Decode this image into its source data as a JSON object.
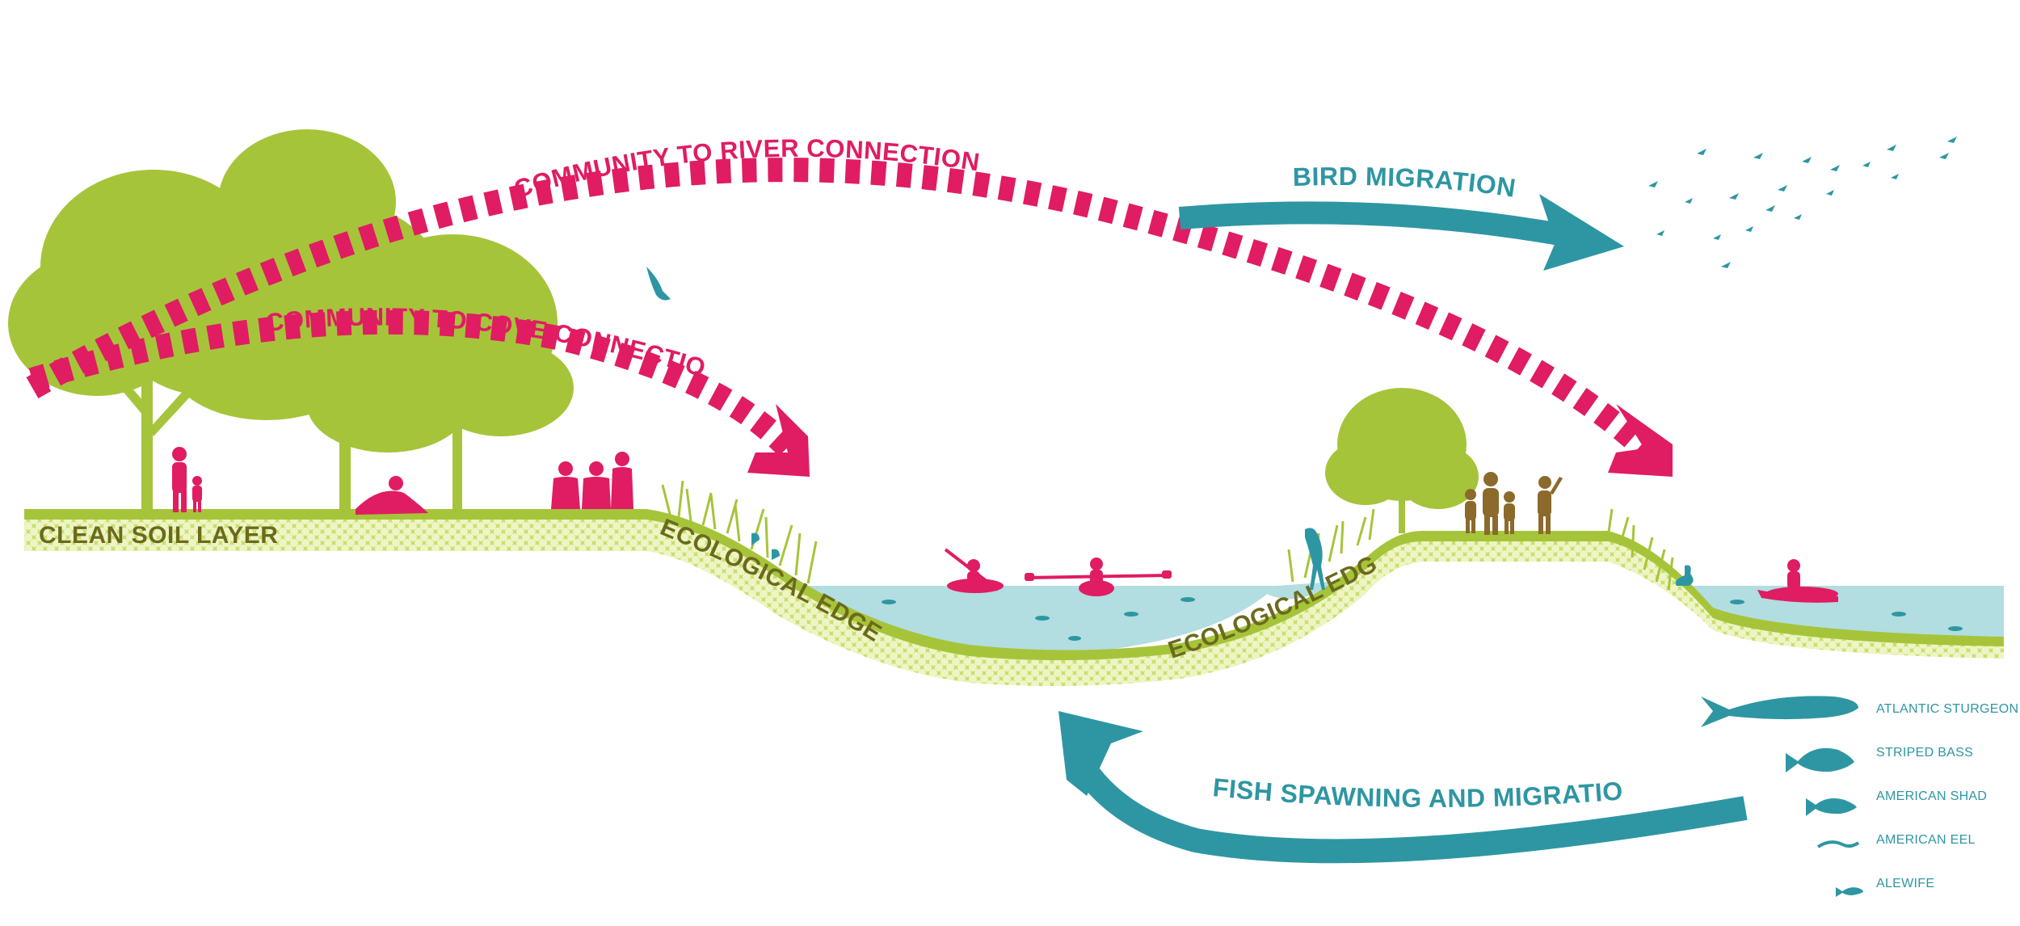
{
  "labels": {
    "community_river": "COMMUNITY TO RIVER CONNECTION",
    "community_cove": "COMMUNITY TO COVE CONNECTION",
    "bird_migration": "BIRD MIGRATION",
    "fish_migration": "FISH SPAWNING AND MIGRATION",
    "clean_soil": "CLEAN SOIL LAYER",
    "ecological_edge_left": "ECOLOGICAL EDGE",
    "ecological_edge_right": "ECOLOGICAL EDGE"
  },
  "legend": {
    "items": [
      {
        "label": "ATLANTIC STURGEON",
        "icon": "sturgeon-icon"
      },
      {
        "label": "STRIPED BASS",
        "icon": "bass-icon"
      },
      {
        "label": "AMERICAN SHAD",
        "icon": "shad-icon"
      },
      {
        "label": "AMERICAN EEL",
        "icon": "eel-icon"
      },
      {
        "label": "ALEWIFE",
        "icon": "alewife-icon"
      }
    ]
  },
  "colors": {
    "pink": "#e01c63",
    "teal": "#2e96a3",
    "green": "#a6c43a",
    "light_green": "#dce99a",
    "water": "#b2dde1",
    "olive": "#6b6a1c",
    "brown": "#8b6a2b"
  }
}
